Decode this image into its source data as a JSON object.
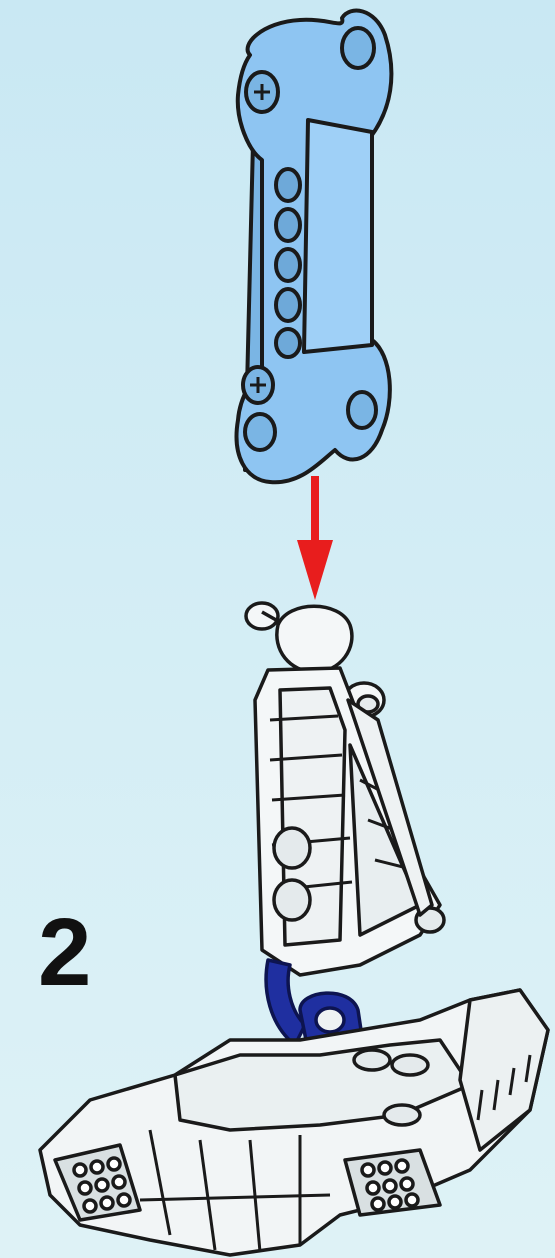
{
  "step": {
    "number": "2"
  },
  "parts": {
    "beam": {
      "name": "blue-liftarm-beam",
      "color": "#8ec5f2"
    },
    "arrow": {
      "name": "red-placement-arrow",
      "color": "#e81d1d"
    },
    "limb": {
      "name": "white-limb-piece",
      "color": "#f4f7f8"
    },
    "joint": {
      "name": "dark-blue-joint-piece",
      "color": "#1f2fa0"
    },
    "base": {
      "name": "white-foot-base",
      "color": "#f2f5f6"
    }
  },
  "colors": {
    "background": "#d3edf5",
    "outline": "#1a1a1a"
  }
}
